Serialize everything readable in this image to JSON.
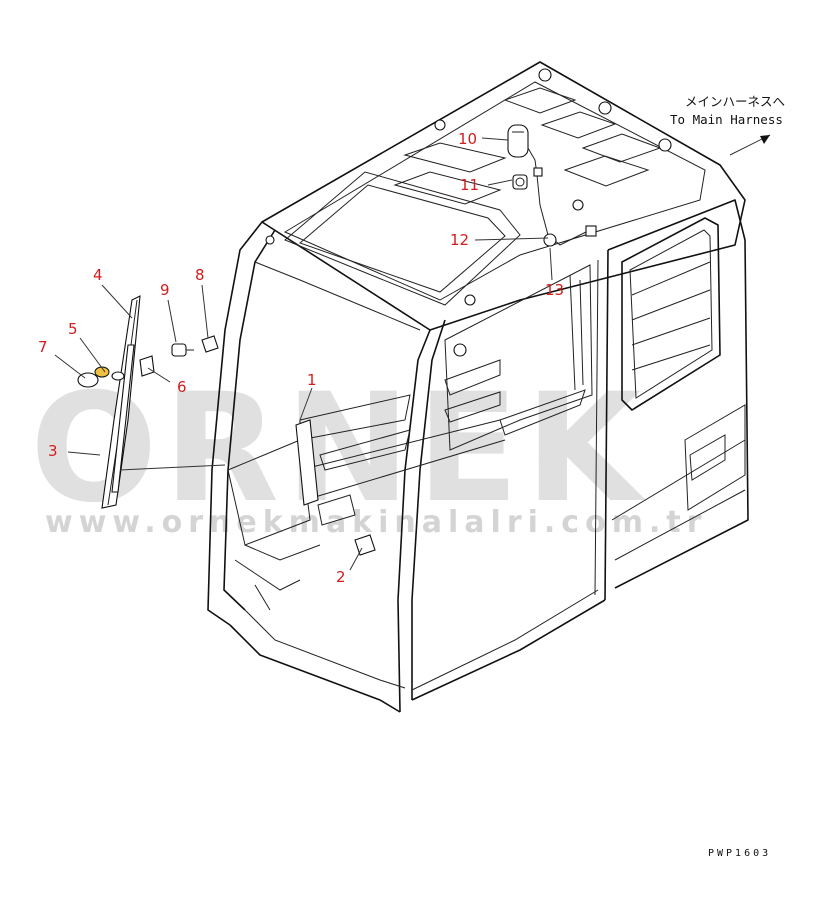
{
  "watermark": {
    "brand": "ORNEK",
    "url": "www.ornekmakinalalri.com.tr"
  },
  "harness_note": {
    "japanese": "メインハーネスへ",
    "english": "To Main Harness"
  },
  "drawing_code": "PWP1603",
  "callouts": [
    {
      "id": "1",
      "label": "1"
    },
    {
      "id": "2",
      "label": "2"
    },
    {
      "id": "3",
      "label": "3"
    },
    {
      "id": "4",
      "label": "4"
    },
    {
      "id": "5",
      "label": "5"
    },
    {
      "id": "6",
      "label": "6"
    },
    {
      "id": "7",
      "label": "7"
    },
    {
      "id": "8",
      "label": "8"
    },
    {
      "id": "9",
      "label": "9"
    },
    {
      "id": "10",
      "label": "10"
    },
    {
      "id": "11",
      "label": "11"
    },
    {
      "id": "12",
      "label": "12"
    },
    {
      "id": "13",
      "label": "13"
    }
  ],
  "colors": {
    "callout": "#d21d1d",
    "line": "#111111",
    "watermark": "#c8c8c8"
  }
}
